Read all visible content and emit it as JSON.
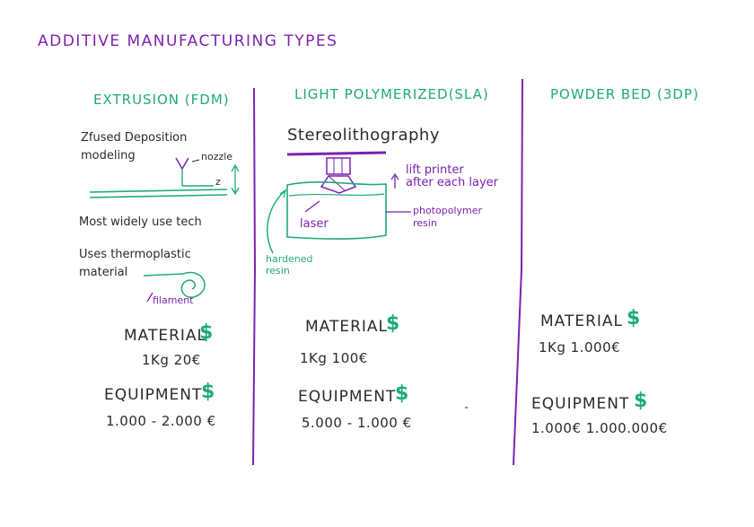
{
  "title": "ADDITIVE MANUFACTURING TYPES",
  "colors": {
    "purple": "#7b22b0",
    "green": "#1faa78",
    "ink": "#2b2b2b"
  },
  "columns": [
    {
      "heading": "EXTRUSION (FDM)",
      "notes": {
        "line1": "Zfused Deposition",
        "line2": "modeling",
        "nozzle": "nozzle",
        "z": "z",
        "widely": "Most widely use tech",
        "thermo1": "Uses thermoplastic",
        "thermo2": "material",
        "filament": "filament"
      },
      "material_label": "MATERIAL",
      "material_symbol": "$",
      "material_value": "1Kg  20€",
      "equipment_label": "EQUIPMENT",
      "equipment_symbol": "$",
      "equipment_value": "1.000 - 2.000 €"
    },
    {
      "heading": "LIGHT POLYMERIZED(SLA)",
      "notes": {
        "stereo": "Stereolithography",
        "lift1": "lift printer",
        "lift2": "after each layer",
        "laser": "laser",
        "photo1": "photopolymer",
        "photo2": "resin",
        "hard1": "hardened",
        "hard2": "resin"
      },
      "material_label": "MATERIAL",
      "material_symbol": "$",
      "material_value": "1Kg  100€",
      "equipment_label": "EQUIPMENT",
      "equipment_symbol": "$",
      "equipment_value": "5.000 - 1.000 €"
    },
    {
      "heading": "POWDER BED (3DP)",
      "material_label": "MATERIAL",
      "material_symbol": "$",
      "material_value": "1Kg  1.000€",
      "equipment_label": "EQUIPMENT",
      "equipment_symbol": "$",
      "equipment_value": "1.000€  1.000.000€"
    }
  ]
}
